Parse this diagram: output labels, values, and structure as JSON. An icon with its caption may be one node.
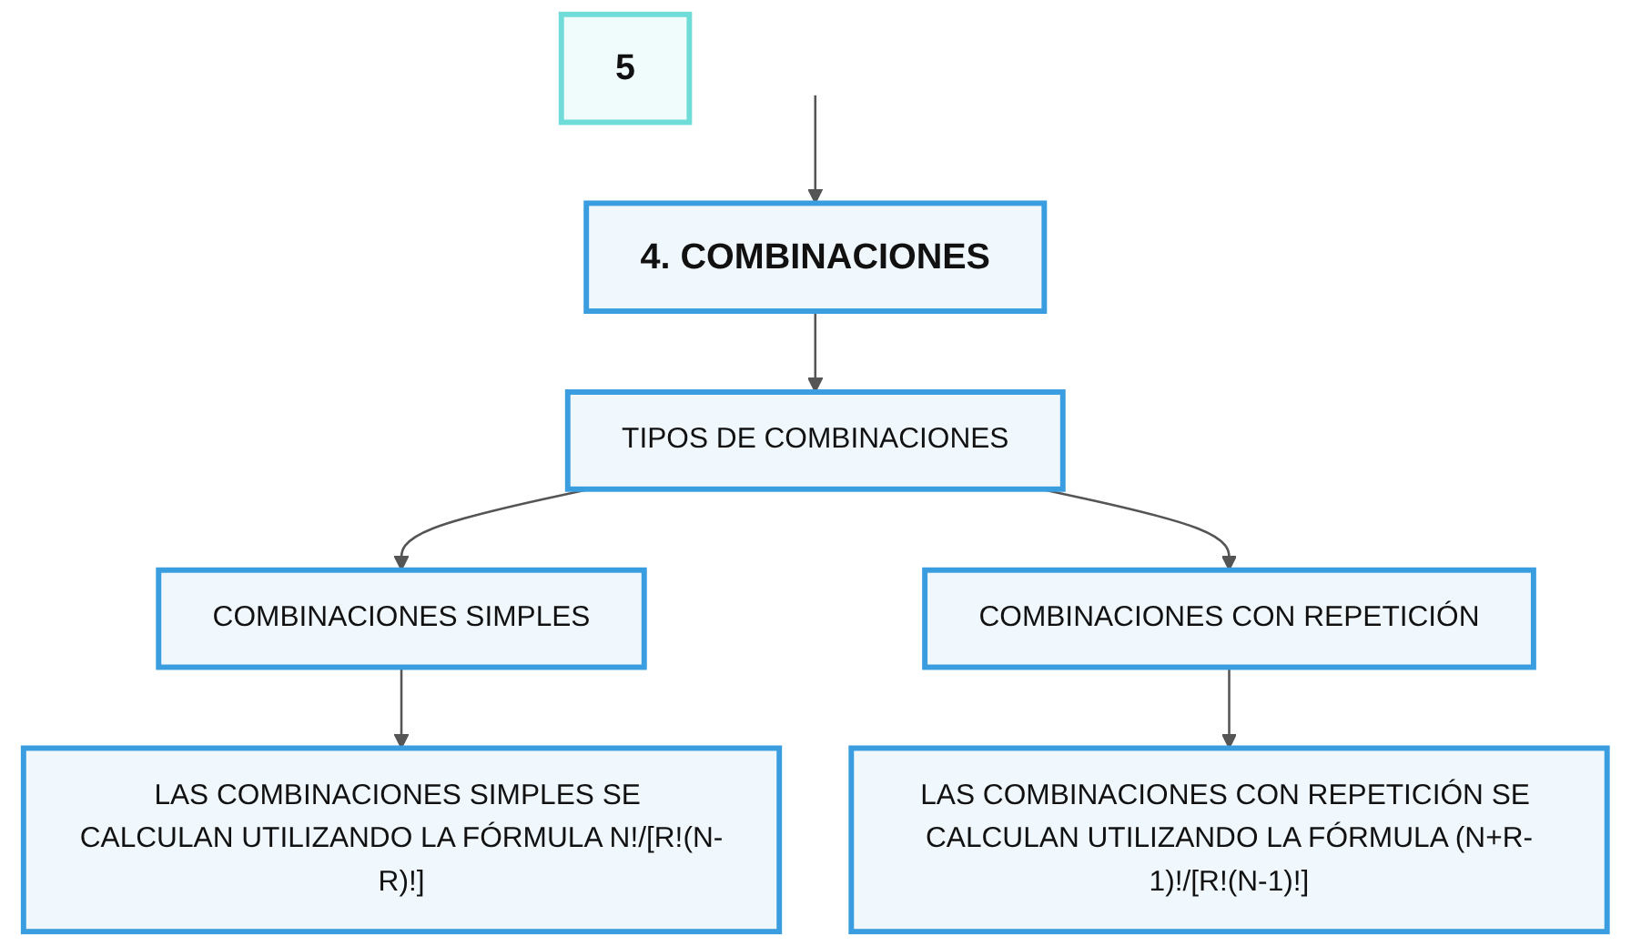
{
  "diagram": {
    "nodes": [
      {
        "text": [
          "4. COMBINACIONES"
        ]
      },
      {
        "text": [
          "TIPOS DE COMBINACIONES"
        ]
      },
      {
        "text": [
          "COMBINACIONES SIMPLES"
        ]
      },
      {
        "text": [
          "COMBINACIONES CON REPETICIÓN"
        ]
      },
      {
        "text": [
          "LAS COMBINACIONES SIMPLES SE CALCULAN UTILIZANDO LA FÓRMULA N!/[R!(N-R)!]"
        ]
      },
      {
        "text": [
          "LAS COMBINACIONES CON REPETICIÓN SE CALCULAN UTILIZANDO LA FÓRMULA (N+R-1)!/[R!(N-1)!]"
        ]
      },
      {
        "text": [
          "5"
        ]
      }
    ],
    "edges": [
      {
        "from": null,
        "to": 0,
        "arrow": "to"
      },
      {
        "from": 0,
        "to": 1,
        "arrow": "to"
      },
      {
        "from": 1,
        "to": 2,
        "arrow": "to"
      },
      {
        "from": 1,
        "to": 3,
        "arrow": "to"
      },
      {
        "from": 2,
        "to": 4,
        "arrow": "to"
      },
      {
        "from": 3,
        "to": 5,
        "arrow": "to"
      }
    ]
  }
}
